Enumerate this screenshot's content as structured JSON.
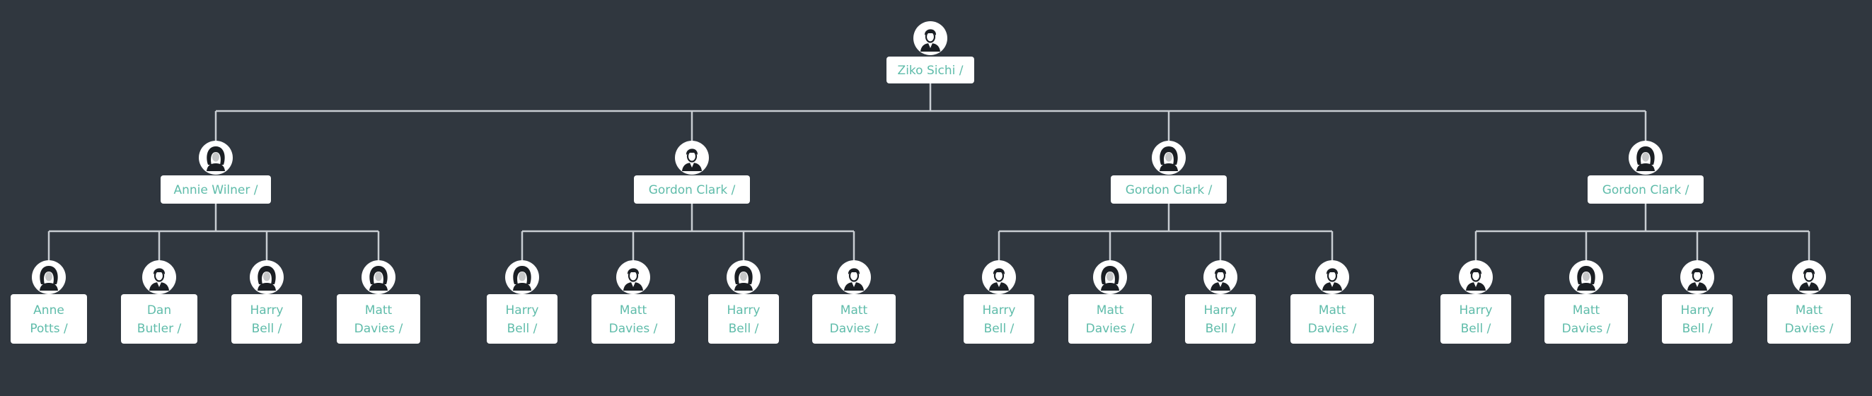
{
  "colors": {
    "background": "#30373f",
    "connector": "#c8cdd2",
    "card": "#ffffff",
    "label": "#5fbcaa",
    "avatar_figure": "#1b1f24"
  },
  "icons": {
    "male": "person-male-icon",
    "female": "person-female-icon"
  },
  "root": {
    "name": "Ziko Sichi /",
    "avatar": "male",
    "children": [
      {
        "name": "Annie Wilner /",
        "avatar": "female",
        "children": [
          {
            "name": "Anne Potts /",
            "avatar": "female"
          },
          {
            "name": "Dan Butler /",
            "avatar": "male"
          },
          {
            "name": "Harry Bell /",
            "avatar": "female"
          },
          {
            "name": "Matt Davies /",
            "avatar": "female"
          }
        ]
      },
      {
        "name": "Gordon Clark /",
        "avatar": "male",
        "children": [
          {
            "name": "Harry Bell /",
            "avatar": "female"
          },
          {
            "name": "Matt Davies /",
            "avatar": "male"
          },
          {
            "name": "Harry Bell /",
            "avatar": "female"
          },
          {
            "name": "Matt Davies /",
            "avatar": "male"
          }
        ]
      },
      {
        "name": "Gordon Clark /",
        "avatar": "female",
        "children": [
          {
            "name": "Harry Bell /",
            "avatar": "male"
          },
          {
            "name": "Matt Davies /",
            "avatar": "female"
          },
          {
            "name": "Harry Bell /",
            "avatar": "male"
          },
          {
            "name": "Matt Davies /",
            "avatar": "male"
          }
        ]
      },
      {
        "name": "Gordon Clark /",
        "avatar": "female",
        "children": [
          {
            "name": "Harry Bell /",
            "avatar": "male"
          },
          {
            "name": "Matt Davies /",
            "avatar": "female"
          },
          {
            "name": "Harry Bell /",
            "avatar": "male"
          },
          {
            "name": "Matt Davies /",
            "avatar": "male"
          }
        ]
      }
    ]
  }
}
